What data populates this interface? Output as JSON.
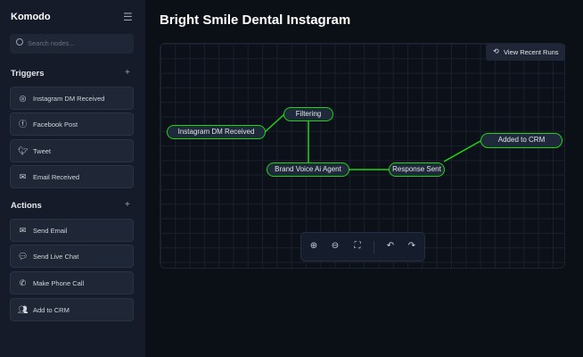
{
  "sidebar": {
    "brand": "Komodo",
    "search_placeholder": "Search nodes...",
    "triggers_title": "Triggers",
    "triggers": [
      {
        "label": "Instagram DM Received",
        "icon": "instagram-icon"
      },
      {
        "label": "Facebook Post",
        "icon": "facebook-icon"
      },
      {
        "label": "Tweet",
        "icon": "twitter-icon"
      },
      {
        "label": "Email Received",
        "icon": "mail-icon"
      }
    ],
    "actions_title": "Actions",
    "actions": [
      {
        "label": "Send Email",
        "icon": "mail-icon"
      },
      {
        "label": "Send Live Chat",
        "icon": "chat-icon"
      },
      {
        "label": "Make Phone Call",
        "icon": "phone-icon"
      },
      {
        "label": "Add to CRM",
        "icon": "users-icon"
      }
    ]
  },
  "header": {
    "title": "Bright Smile Dental Instagram"
  },
  "canvas": {
    "view_runs_label": "View Recent Runs",
    "edge_color": "#22d317",
    "nodes": {
      "instagram": "Instagram DM Received",
      "filtering": "Filtering",
      "brand": "Brand Voice Ai Agent",
      "response": "Response Sent",
      "crm": "Added to CRM"
    }
  },
  "toolbar": [
    "zoom-in",
    "zoom-out",
    "fit-view",
    "undo",
    "redo"
  ]
}
